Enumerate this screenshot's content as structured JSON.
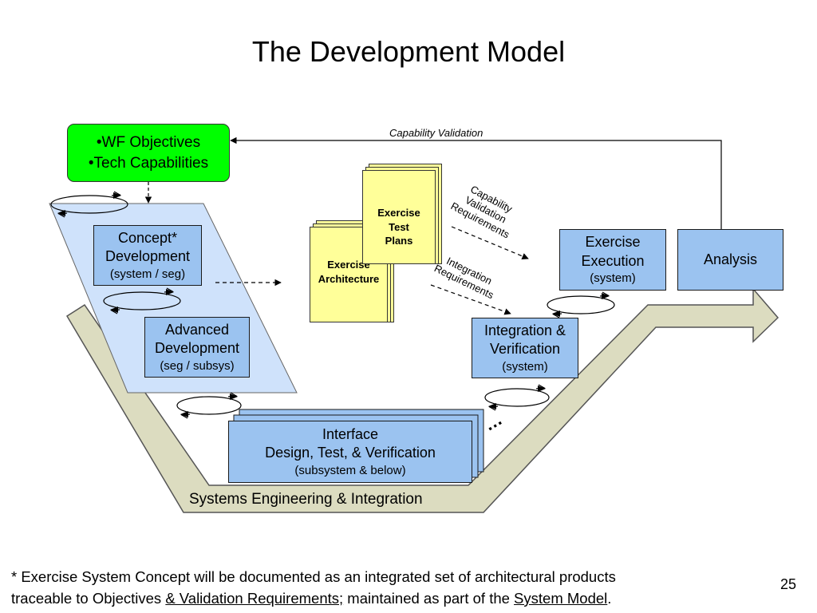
{
  "title": "The Development Model",
  "objectives": {
    "line1": "•WF Objectives",
    "line2": "•Tech Capabilities"
  },
  "capability_validation": "Capability Validation",
  "concept": {
    "line1": "Concept*",
    "line2": "Development",
    "sub": "(system / seg)"
  },
  "advanced": {
    "line1": "Advanced",
    "line2": "Development",
    "sub": "(seg / subsys)"
  },
  "interface": {
    "line1": "Interface",
    "line2": "Design, Test, & Verification",
    "sub": "(subsystem & below)"
  },
  "integration": {
    "line1": "Integration &",
    "line2": "Verification",
    "sub": "(system)"
  },
  "execution": {
    "line1": "Exercise",
    "line2": "Execution",
    "sub": "(system)"
  },
  "analysis": "Analysis",
  "architecture": {
    "line1": "Exercise",
    "line2": "Architecture"
  },
  "test_plans": {
    "line1": "Exercise",
    "line2": "Test",
    "line3": "Plans"
  },
  "cap_val_req": {
    "line1": "Capability",
    "line2": "Validation",
    "line3": "Requirements"
  },
  "int_req": {
    "line1": "Integration",
    "line2": "Requirements"
  },
  "ellipsis": "…",
  "band_label": "Systems Engineering & Integration",
  "footnote": {
    "part1": "* Exercise System Concept will be documented as an integrated set of architectural products",
    "part2": "traceable to Objectives ",
    "link1": "& Validation Requirements;",
    "part3": " maintained as part of the ",
    "link2": "System Model",
    "part4": "."
  },
  "page_number": "25",
  "colors": {
    "box_blue": "#9bc3f0",
    "light_blue": "#cfe2fb",
    "band": "#dcdcc0",
    "green": "#00ff00",
    "yellow": "#ffff99"
  }
}
